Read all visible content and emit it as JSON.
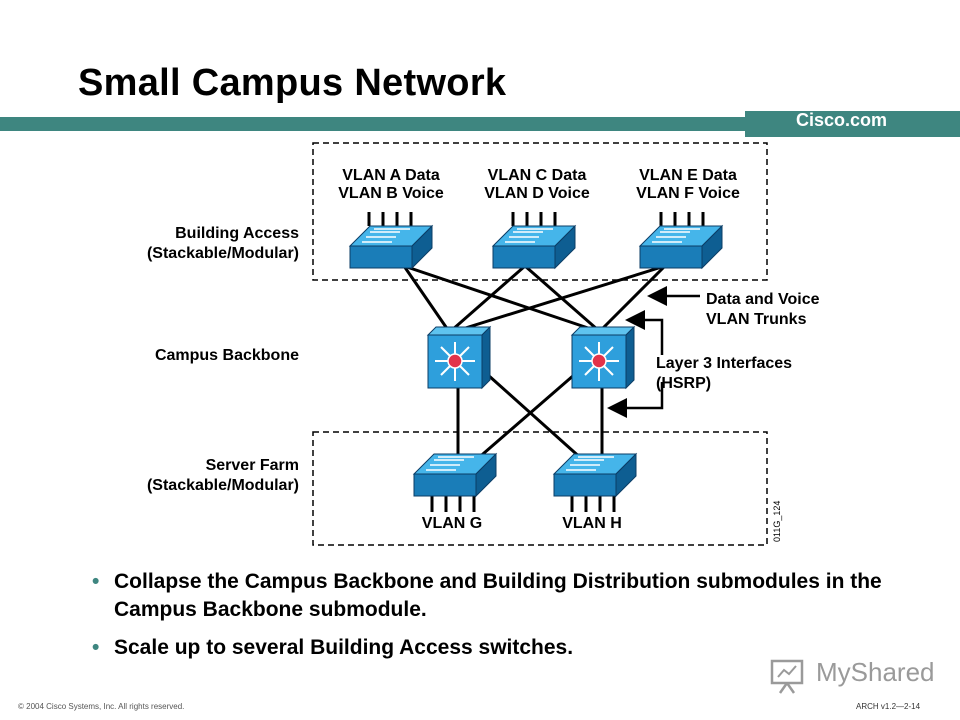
{
  "header": {
    "title": "Small Campus Network",
    "brand_link": "Cisco.com",
    "accent_color": "#3e8680"
  },
  "diagram": {
    "zones": {
      "building_access": [
        "Building Access",
        "(Stackable/Modular)"
      ],
      "campus_backbone": "Campus Backbone",
      "server_farm": [
        "Server Farm",
        "(Stackable/Modular)"
      ]
    },
    "access_switches": [
      {
        "lines": [
          "VLAN A Data",
          "VLAN B Voice"
        ]
      },
      {
        "lines": [
          "VLAN C Data",
          "VLAN D Voice"
        ]
      },
      {
        "lines": [
          "VLAN E Data",
          "VLAN F Voice"
        ]
      }
    ],
    "server_switches": [
      {
        "label": "VLAN G"
      },
      {
        "label": "VLAN H"
      }
    ],
    "annotations": {
      "trunks": [
        "Data and Voice",
        "VLAN Trunks"
      ],
      "layer3": [
        "Layer 3 Interfaces",
        "(HSRP)"
      ]
    },
    "figure_id": "011G_124",
    "colors": {
      "switch_top": "#45b5ea",
      "switch_side": "#1a7db8",
      "core_face": "#2e9fdc",
      "core_center": "#e2334a"
    }
  },
  "bullets": [
    {
      "text": "Collapse the Campus Backbone and Building Distribution submodules in the Campus Backbone submodule."
    },
    {
      "text": "Scale up to several Building Access switches."
    }
  ],
  "footer": {
    "copyright": "© 2004 Cisco Systems, Inc. All rights reserved.",
    "course": "ARCH v1.2—2-14"
  },
  "watermark": {
    "text": "MyShared"
  }
}
